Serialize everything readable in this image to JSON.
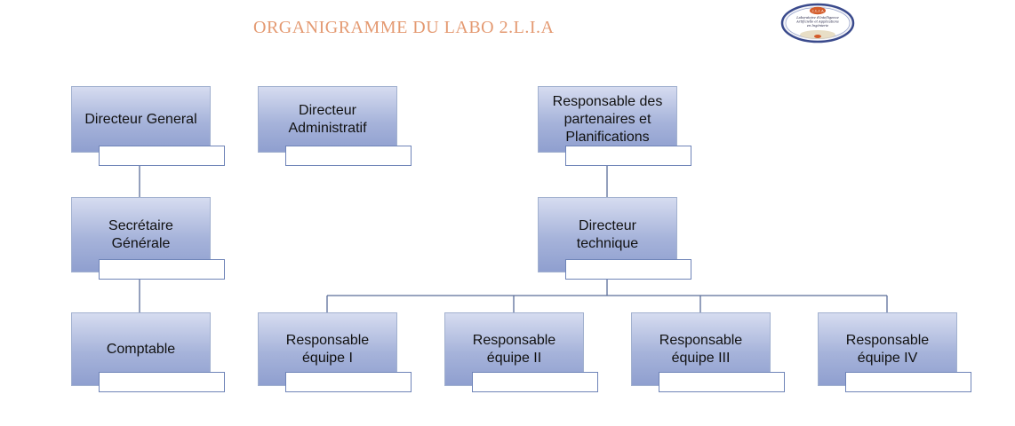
{
  "header": {
    "title": "ORGANIGRAMME DU LABO 2.L.I.A"
  },
  "logo": {
    "badge": "2.L.I.A",
    "lines": [
      "Laboratoire d'Intelligence",
      "Artificielle et Applications",
      "en Ingénierie"
    ]
  },
  "colors": {
    "title": "#e49a72",
    "box_top": "#d6dcf0",
    "box_bottom": "#8f9fcf",
    "connector": "#5a6d99"
  },
  "nodes": {
    "directeur_general": "Directeur General",
    "secretaire_generale": "Secrétaire\nGénérale",
    "comptable": "Comptable",
    "directeur_administratif": "Directeur\nAdministratif",
    "responsable_partenaires": "Responsable des\npartenaires et\nPlanifications",
    "directeur_technique": "Directeur\ntechnique",
    "equipe_1": "Responsable\néquipe I",
    "equipe_2": "Responsable\néquipe II",
    "equipe_3": "Responsable\néquipe III",
    "equipe_4": "Responsable\néquipe IV"
  }
}
